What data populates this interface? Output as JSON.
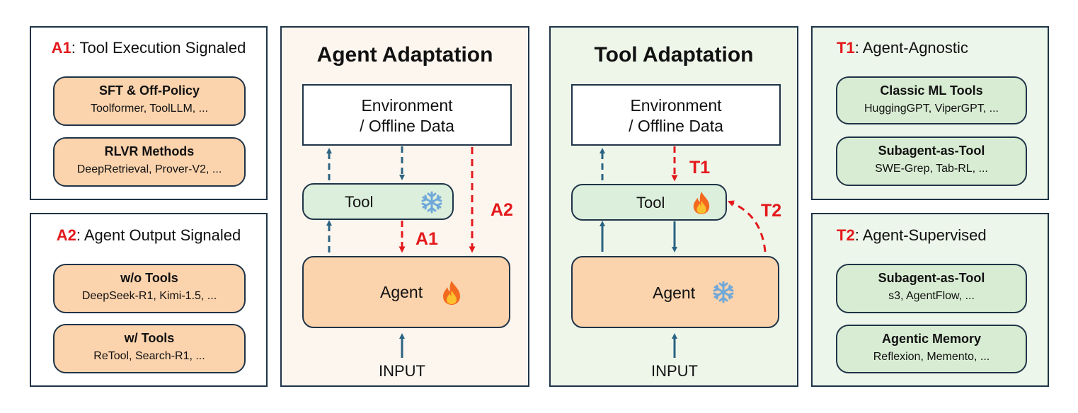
{
  "a1_panel": {
    "tag": "A1",
    "title": ": Tool Execution Signaled",
    "items": [
      {
        "title": "SFT & Off-Policy",
        "subtitle": "Toolformer, ToolLLM, ..."
      },
      {
        "title": "RLVR Methods",
        "subtitle": "DeepRetrieval, Prover-V2, ..."
      }
    ]
  },
  "a2_panel": {
    "tag": "A2",
    "title": ": Agent Output Signaled",
    "items": [
      {
        "title": "w/o Tools",
        "subtitle": "DeepSeek-R1, Kimi-1.5, ..."
      },
      {
        "title": "w/ Tools",
        "subtitle": "ReTool, Search-R1, ..."
      }
    ]
  },
  "agent_adaptation": {
    "title": "Agent Adaptation",
    "env_line1": "Environment",
    "env_line2": "/ Offline Data",
    "tool_label": "Tool",
    "agent_label": "Agent",
    "input_label": "INPUT",
    "label_a1": "A1",
    "label_a2": "A2"
  },
  "tool_adaptation": {
    "title": "Tool Adaptation",
    "env_line1": "Environment",
    "env_line2": "/ Offline Data",
    "tool_label": "Tool",
    "agent_label": "Agent",
    "input_label": "INPUT",
    "label_t1": "T1",
    "label_t2": "T2"
  },
  "t1_panel": {
    "tag": "T1",
    "title": ": Agent-Agnostic",
    "items": [
      {
        "title": "Classic ML Tools",
        "subtitle": "HuggingGPT, ViperGPT, ..."
      },
      {
        "title": "Subagent-as-Tool",
        "subtitle": "SWE-Grep, Tab-RL, ..."
      }
    ]
  },
  "t2_panel": {
    "tag": "T2",
    "title": ": Agent-Supervised",
    "items": [
      {
        "title": "Subagent-as-Tool",
        "subtitle": "s3, AgentFlow, ..."
      },
      {
        "title": "Agentic Memory",
        "subtitle": "Reflexion, Memento, ..."
      }
    ]
  },
  "colors": {
    "border": "#1f3447",
    "red": "#e3191c",
    "arrow_blue": "#2b6382",
    "orange_fill": "#fbd3ad",
    "green_fill": "#d8ecd3"
  },
  "icons": {
    "frozen": "snowflake-icon",
    "trainable": "fire-icon"
  }
}
